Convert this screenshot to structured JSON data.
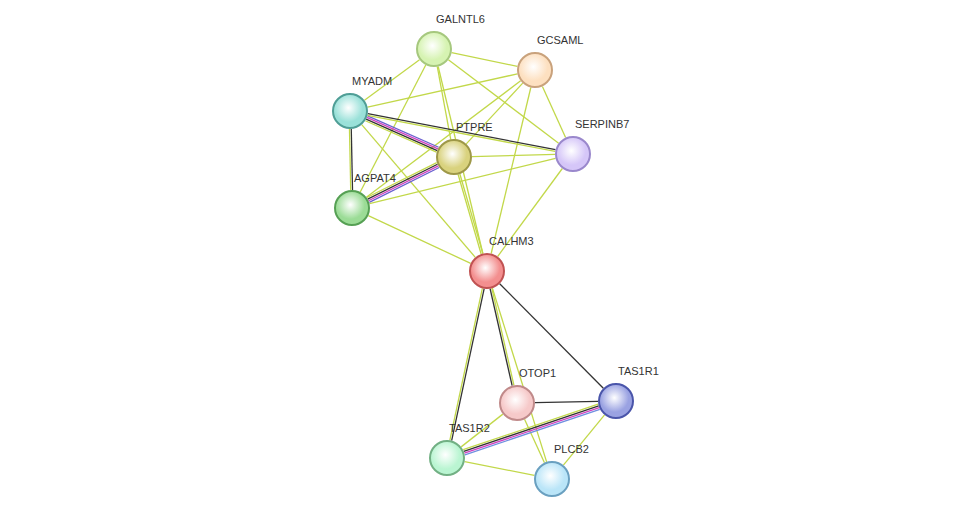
{
  "diagram": {
    "nodes": [
      {
        "text": [
          "GALNTL6"
        ]
      },
      {
        "text": [
          "GCSAML"
        ]
      },
      {
        "text": [
          "MYADM"
        ]
      },
      {
        "text": [
          "PTPRE"
        ]
      },
      {
        "text": [
          "SERPINB7"
        ]
      },
      {
        "text": [
          "AGPAT4"
        ]
      },
      {
        "text": [
          "CALHM3"
        ]
      },
      {
        "text": [
          "OTOP1"
        ]
      },
      {
        "text": [
          "TAS1R1"
        ]
      },
      {
        "text": [
          "TAS1R2"
        ]
      },
      {
        "text": [
          "PLCB2"
        ]
      }
    ],
    "edges": [
      {
        "from": 0,
        "to": 1,
        "arrow": "none"
      },
      {
        "from": 0,
        "to": 2,
        "arrow": "none"
      },
      {
        "from": 0,
        "to": 3,
        "arrow": "none"
      },
      {
        "from": 0,
        "to": 4,
        "arrow": "none"
      },
      {
        "from": 0,
        "to": 5,
        "arrow": "none"
      },
      {
        "from": 0,
        "to": 6,
        "arrow": "none"
      },
      {
        "from": 1,
        "to": 2,
        "arrow": "none"
      },
      {
        "from": 1,
        "to": 3,
        "arrow": "none"
      },
      {
        "from": 1,
        "to": 4,
        "arrow": "none"
      },
      {
        "from": 1,
        "to": 5,
        "arrow": "none"
      },
      {
        "from": 1,
        "to": 6,
        "arrow": "none"
      },
      {
        "from": 2,
        "to": 3,
        "arrow": "none"
      },
      {
        "from": 2,
        "to": 4,
        "arrow": "none"
      },
      {
        "from": 2,
        "to": 5,
        "arrow": "none"
      },
      {
        "from": 2,
        "to": 6,
        "arrow": "none"
      },
      {
        "from": 3,
        "to": 4,
        "arrow": "none"
      },
      {
        "from": 3,
        "to": 5,
        "arrow": "none"
      },
      {
        "from": 3,
        "to": 6,
        "arrow": "none"
      },
      {
        "from": 4,
        "to": 5,
        "arrow": "none"
      },
      {
        "from": 4,
        "to": 6,
        "arrow": "none"
      },
      {
        "from": 5,
        "to": 6,
        "arrow": "none"
      },
      {
        "from": 6,
        "to": 7,
        "arrow": "none"
      },
      {
        "from": 6,
        "to": 8,
        "arrow": "none"
      },
      {
        "from": 6,
        "to": 9,
        "arrow": "none"
      },
      {
        "from": 6,
        "to": 10,
        "arrow": "none"
      },
      {
        "from": 7,
        "to": 8,
        "arrow": "none"
      },
      {
        "from": 7,
        "to": 9,
        "arrow": "none"
      },
      {
        "from": 7,
        "to": 10,
        "arrow": "none"
      },
      {
        "from": 8,
        "to": 9,
        "arrow": "none"
      },
      {
        "from": 8,
        "to": 10,
        "arrow": "none"
      },
      {
        "from": 9,
        "to": 10,
        "arrow": "none"
      }
    ]
  }
}
